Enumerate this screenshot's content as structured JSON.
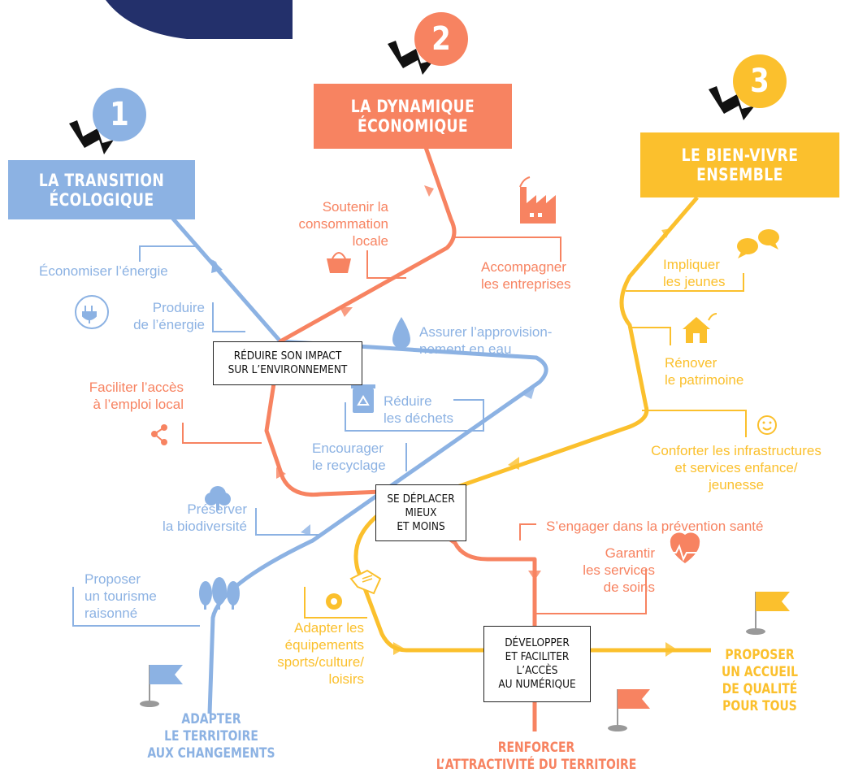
{
  "colors": {
    "blue": "#8cb2e3",
    "red": "#f78361",
    "yellow": "#fbc02d",
    "navy": "#23306b"
  },
  "pillars": [
    {
      "number": "1",
      "title": "LA TRANSITION\nÉCOLOGIQUE"
    },
    {
      "number": "2",
      "title": "LA DYNAMIQUE\nÉCONOMIQUE"
    },
    {
      "number": "3",
      "title": "LE BIEN-VIVRE\nENSEMBLE"
    }
  ],
  "nodes": {
    "impact": "RÉDUIRE SON IMPACT\nSUR L’ENVIRONNEMENT",
    "deplacer": "SE DÉPLACER\nMIEUX\nET MOINS",
    "numerique": "DÉVELOPPER\nET FACILITER\nL’ACCÈS\nAU NUMÉRIQUE"
  },
  "goals": {
    "adapter": "ADAPTER\nLE TERRITOIRE\nAUX CHANGEMENTS",
    "attractivite": "RENFORCER\nL’ATTRACTIVITÉ DU TERRITOIRE",
    "accueil": "PROPOSER\nUN ACCUEIL\nDE QUALITÉ\nPOUR TOUS"
  },
  "actions": {
    "economiser": "Économiser l’énergie",
    "produire": "Produire\nde l’énergie",
    "faciliter_emploi": "Faciliter l’accès\nà l’emploi local",
    "preserver": "Préserver\nla biodiversité",
    "tourisme": "Proposer\nun tourisme\nraisonné",
    "soutenir": "Soutenir la\nconsommation\nlocale",
    "accompagner": "Accompagner\nles entreprises",
    "eau": "Assurer l’approvision-\nnement en eau",
    "dechets": "Réduire\nles déchets",
    "recyclage": "Encourager\nle recyclage",
    "jeunes": "Impliquer\nles jeunes",
    "patrimoine": "Rénover\nle patrimoine",
    "infrastructures": "Conforter les infrastructures\net services enfance/\njeunesse",
    "sante": "S’engager dans la prévention santé",
    "soins": "Garantir\nles services\nde soins",
    "equipements": "Adapter les\néquipements\nsports/culture/\nloisirs"
  },
  "icons": [
    "plug-icon",
    "share-icon",
    "tree-icon",
    "forest-icon",
    "basket-icon",
    "factory-icon",
    "water-drop-icon",
    "recycle-bin-icon",
    "chat-bubbles-icon",
    "house-icon",
    "smiley-icon",
    "heart-pulse-icon",
    "ball-icon",
    "book-icon",
    "flag-icon"
  ]
}
